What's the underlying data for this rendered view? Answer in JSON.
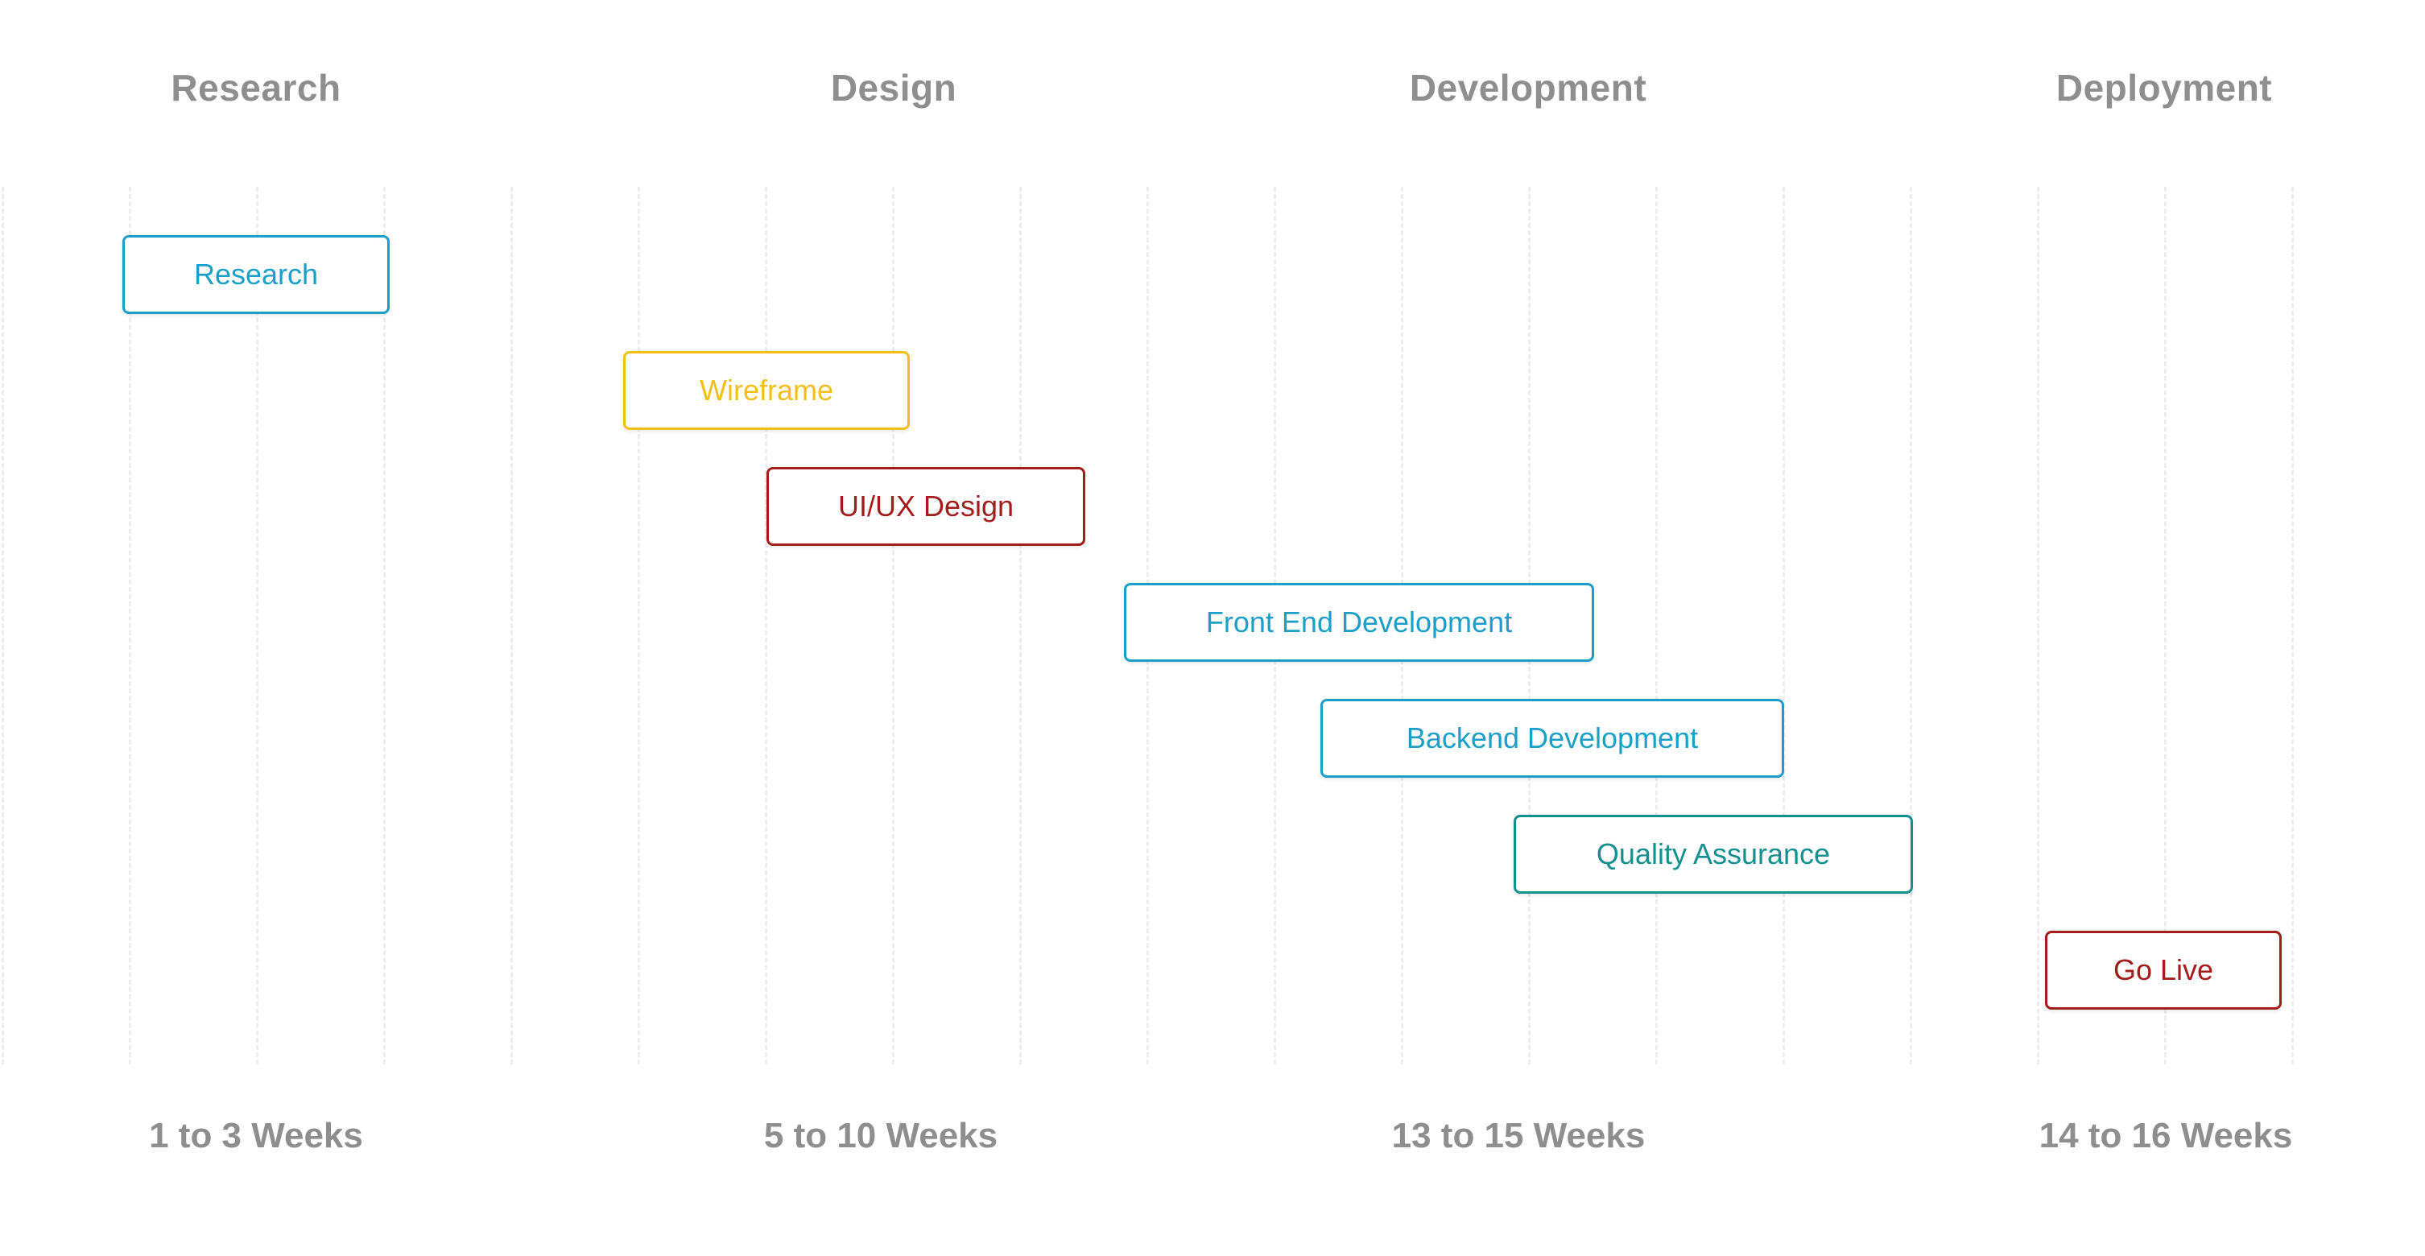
{
  "colors": {
    "blue": "#1a9fc9",
    "yellow": "#f2bf17",
    "red": "#a31c1c",
    "teal": "#11908f",
    "header_gray": "#8e8e8e",
    "grid": "#ececec"
  },
  "phases": [
    {
      "title": "Research",
      "duration": "1 to 3 Weeks"
    },
    {
      "title": "Design",
      "duration": "5 to 10 Weeks"
    },
    {
      "title": "Development",
      "duration": "13 to 15 Weeks"
    },
    {
      "title": "Deployment",
      "duration": "14 to 16 Weeks"
    }
  ],
  "tasks": [
    {
      "label": "Research",
      "color": "#1a9fc9"
    },
    {
      "label": "Wireframe",
      "color": "#f2bf17"
    },
    {
      "label": "UI/UX Design",
      "color": "#a31c1c"
    },
    {
      "label": "Front End Development",
      "color": "#1a9fc9"
    },
    {
      "label": "Backend Development",
      "color": "#1a9fc9"
    },
    {
      "label": "Quality Assurance",
      "color": "#11908f"
    },
    {
      "label": "Go Live",
      "color": "#a31c1c"
    }
  ]
}
